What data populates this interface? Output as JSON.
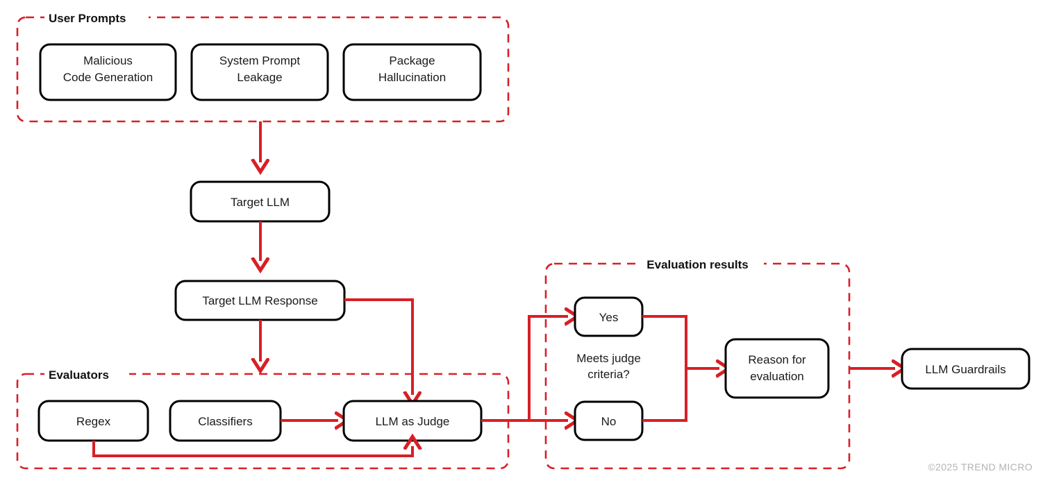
{
  "diagram": {
    "title_groups": {
      "user_prompts": "User Prompts",
      "evaluators": "Evaluators",
      "evaluation_results": "Evaluation results"
    },
    "nodes": {
      "malicious_code_generation": "Malicious\nCode Generation",
      "malicious_code_generation_line1": "Malicious",
      "malicious_code_generation_line2": "Code Generation",
      "system_prompt_leakage_line1": "System Prompt",
      "system_prompt_leakage_line2": "Leakage",
      "package_hallucination_line1": "Package",
      "package_hallucination_line2": "Hallucination",
      "target_llm": "Target LLM",
      "target_llm_response": "Target LLM Response",
      "regex": "Regex",
      "classifiers": "Classifiers",
      "llm_as_judge": "LLM as Judge",
      "yes": "Yes",
      "no": "No",
      "reason_for_evaluation_line1": "Reason for",
      "reason_for_evaluation_line2": "evaluation",
      "llm_guardrails": "LLM Guardrails"
    },
    "free_text": {
      "meets_judge_criteria_line1": "Meets judge",
      "meets_judge_criteria_line2": "criteria?"
    },
    "footer": {
      "copyright": "©2025 TREND MICRO"
    },
    "colors": {
      "accent_red": "#D81F26",
      "node_stroke": "#000000",
      "node_fill": "#FFFFFF",
      "text": "#1A1A1A",
      "copyright_text": "#B3B3B3",
      "background": "#FFFFFF"
    }
  }
}
